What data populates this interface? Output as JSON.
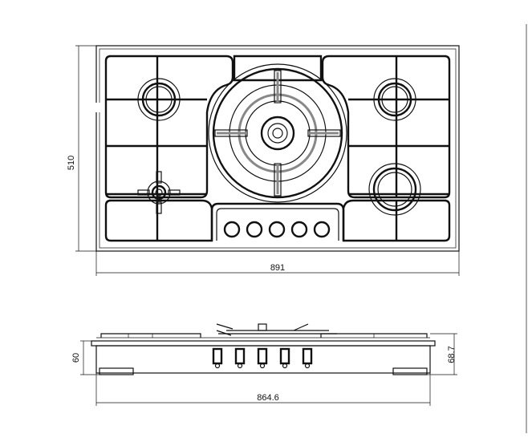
{
  "dimensions": {
    "plan_height": "510",
    "plan_width": "891",
    "side_width": "864.6",
    "side_left_height": "60",
    "side_right_height": "68.7"
  },
  "colors": {
    "line": "#111111",
    "bg": "#ffffff"
  }
}
